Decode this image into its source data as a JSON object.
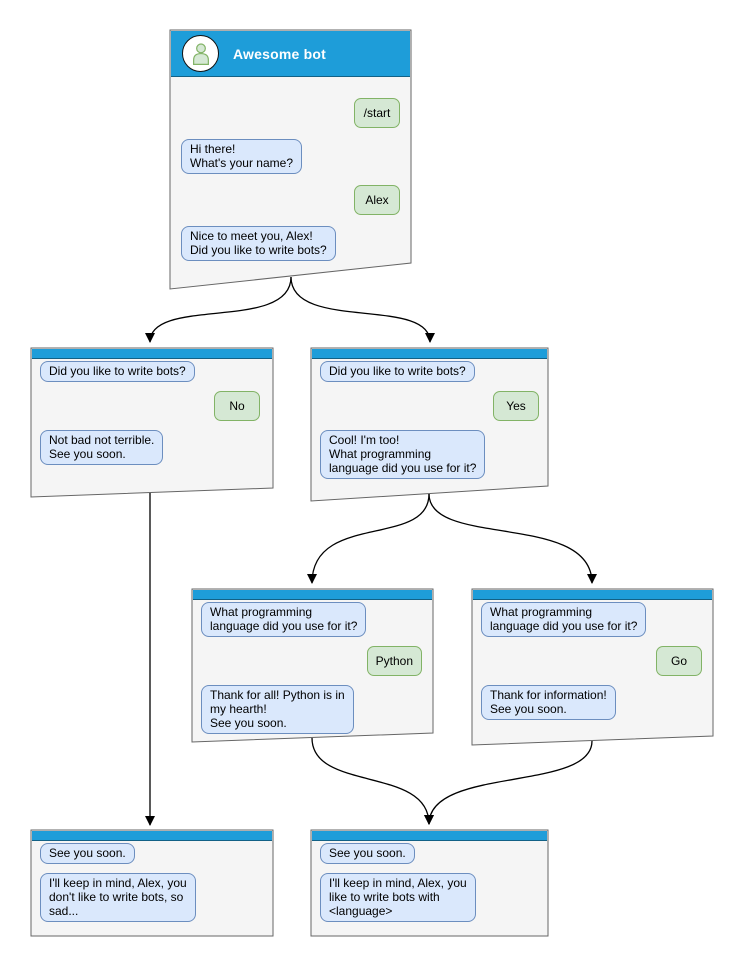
{
  "bot_name": "Awesome bot",
  "colors": {
    "titlebar_blue": "#1e9dd9",
    "window_fill": "#f5f5f5",
    "window_border": "#666666",
    "bot_bubble_fill": "#dae8fc",
    "bot_bubble_border": "#6c8ebf",
    "user_bubble_fill": "#d5e8d4",
    "user_bubble_border": "#82b366",
    "connector": "#000000"
  },
  "windows": {
    "start": {
      "messages": [
        {
          "from": "user",
          "text": "/start"
        },
        {
          "from": "bot",
          "text": "Hi there!\nWhat's your name?"
        },
        {
          "from": "user",
          "text": "Alex"
        },
        {
          "from": "bot",
          "text": "Nice to meet you, Alex!\nDid you like to write bots?"
        }
      ]
    },
    "no_branch": {
      "messages": [
        {
          "from": "bot",
          "text": "Did you like to write bots?"
        },
        {
          "from": "user",
          "text": "No"
        },
        {
          "from": "bot",
          "text": "Not bad not terrible.\nSee you soon."
        }
      ]
    },
    "yes_branch": {
      "messages": [
        {
          "from": "bot",
          "text": "Did you like to write bots?"
        },
        {
          "from": "user",
          "text": "Yes"
        },
        {
          "from": "bot",
          "text": "Cool! I'm too!\nWhat programming\nlanguage did you use for it?"
        }
      ]
    },
    "python_branch": {
      "messages": [
        {
          "from": "bot",
          "text": "What programming\nlanguage did you use for it?"
        },
        {
          "from": "user",
          "text": "Python"
        },
        {
          "from": "bot",
          "text": "Thank for all! Python is in\nmy hearth!\nSee you soon."
        }
      ]
    },
    "go_branch": {
      "messages": [
        {
          "from": "bot",
          "text": "What programming\nlanguage did you use for it?"
        },
        {
          "from": "user",
          "text": "Go"
        },
        {
          "from": "bot",
          "text": "Thank for information!\nSee you soon."
        }
      ]
    },
    "end_no": {
      "messages": [
        {
          "from": "bot",
          "text": "See you soon."
        },
        {
          "from": "bot",
          "text": "I'll keep in mind, Alex, you\ndon't like to write bots, so\nsad..."
        }
      ]
    },
    "end_yes": {
      "messages": [
        {
          "from": "bot",
          "text": "See you soon."
        },
        {
          "from": "bot",
          "text": "I'll keep in mind, Alex, you\nlike to write bots with\n<language>"
        }
      ]
    }
  },
  "edges": [
    {
      "from": "start",
      "to": "no_branch"
    },
    {
      "from": "start",
      "to": "yes_branch"
    },
    {
      "from": "no_branch",
      "to": "end_no"
    },
    {
      "from": "yes_branch",
      "to": "python_branch"
    },
    {
      "from": "yes_branch",
      "to": "go_branch"
    },
    {
      "from": "python_branch",
      "to": "end_yes"
    },
    {
      "from": "go_branch",
      "to": "end_yes"
    }
  ]
}
